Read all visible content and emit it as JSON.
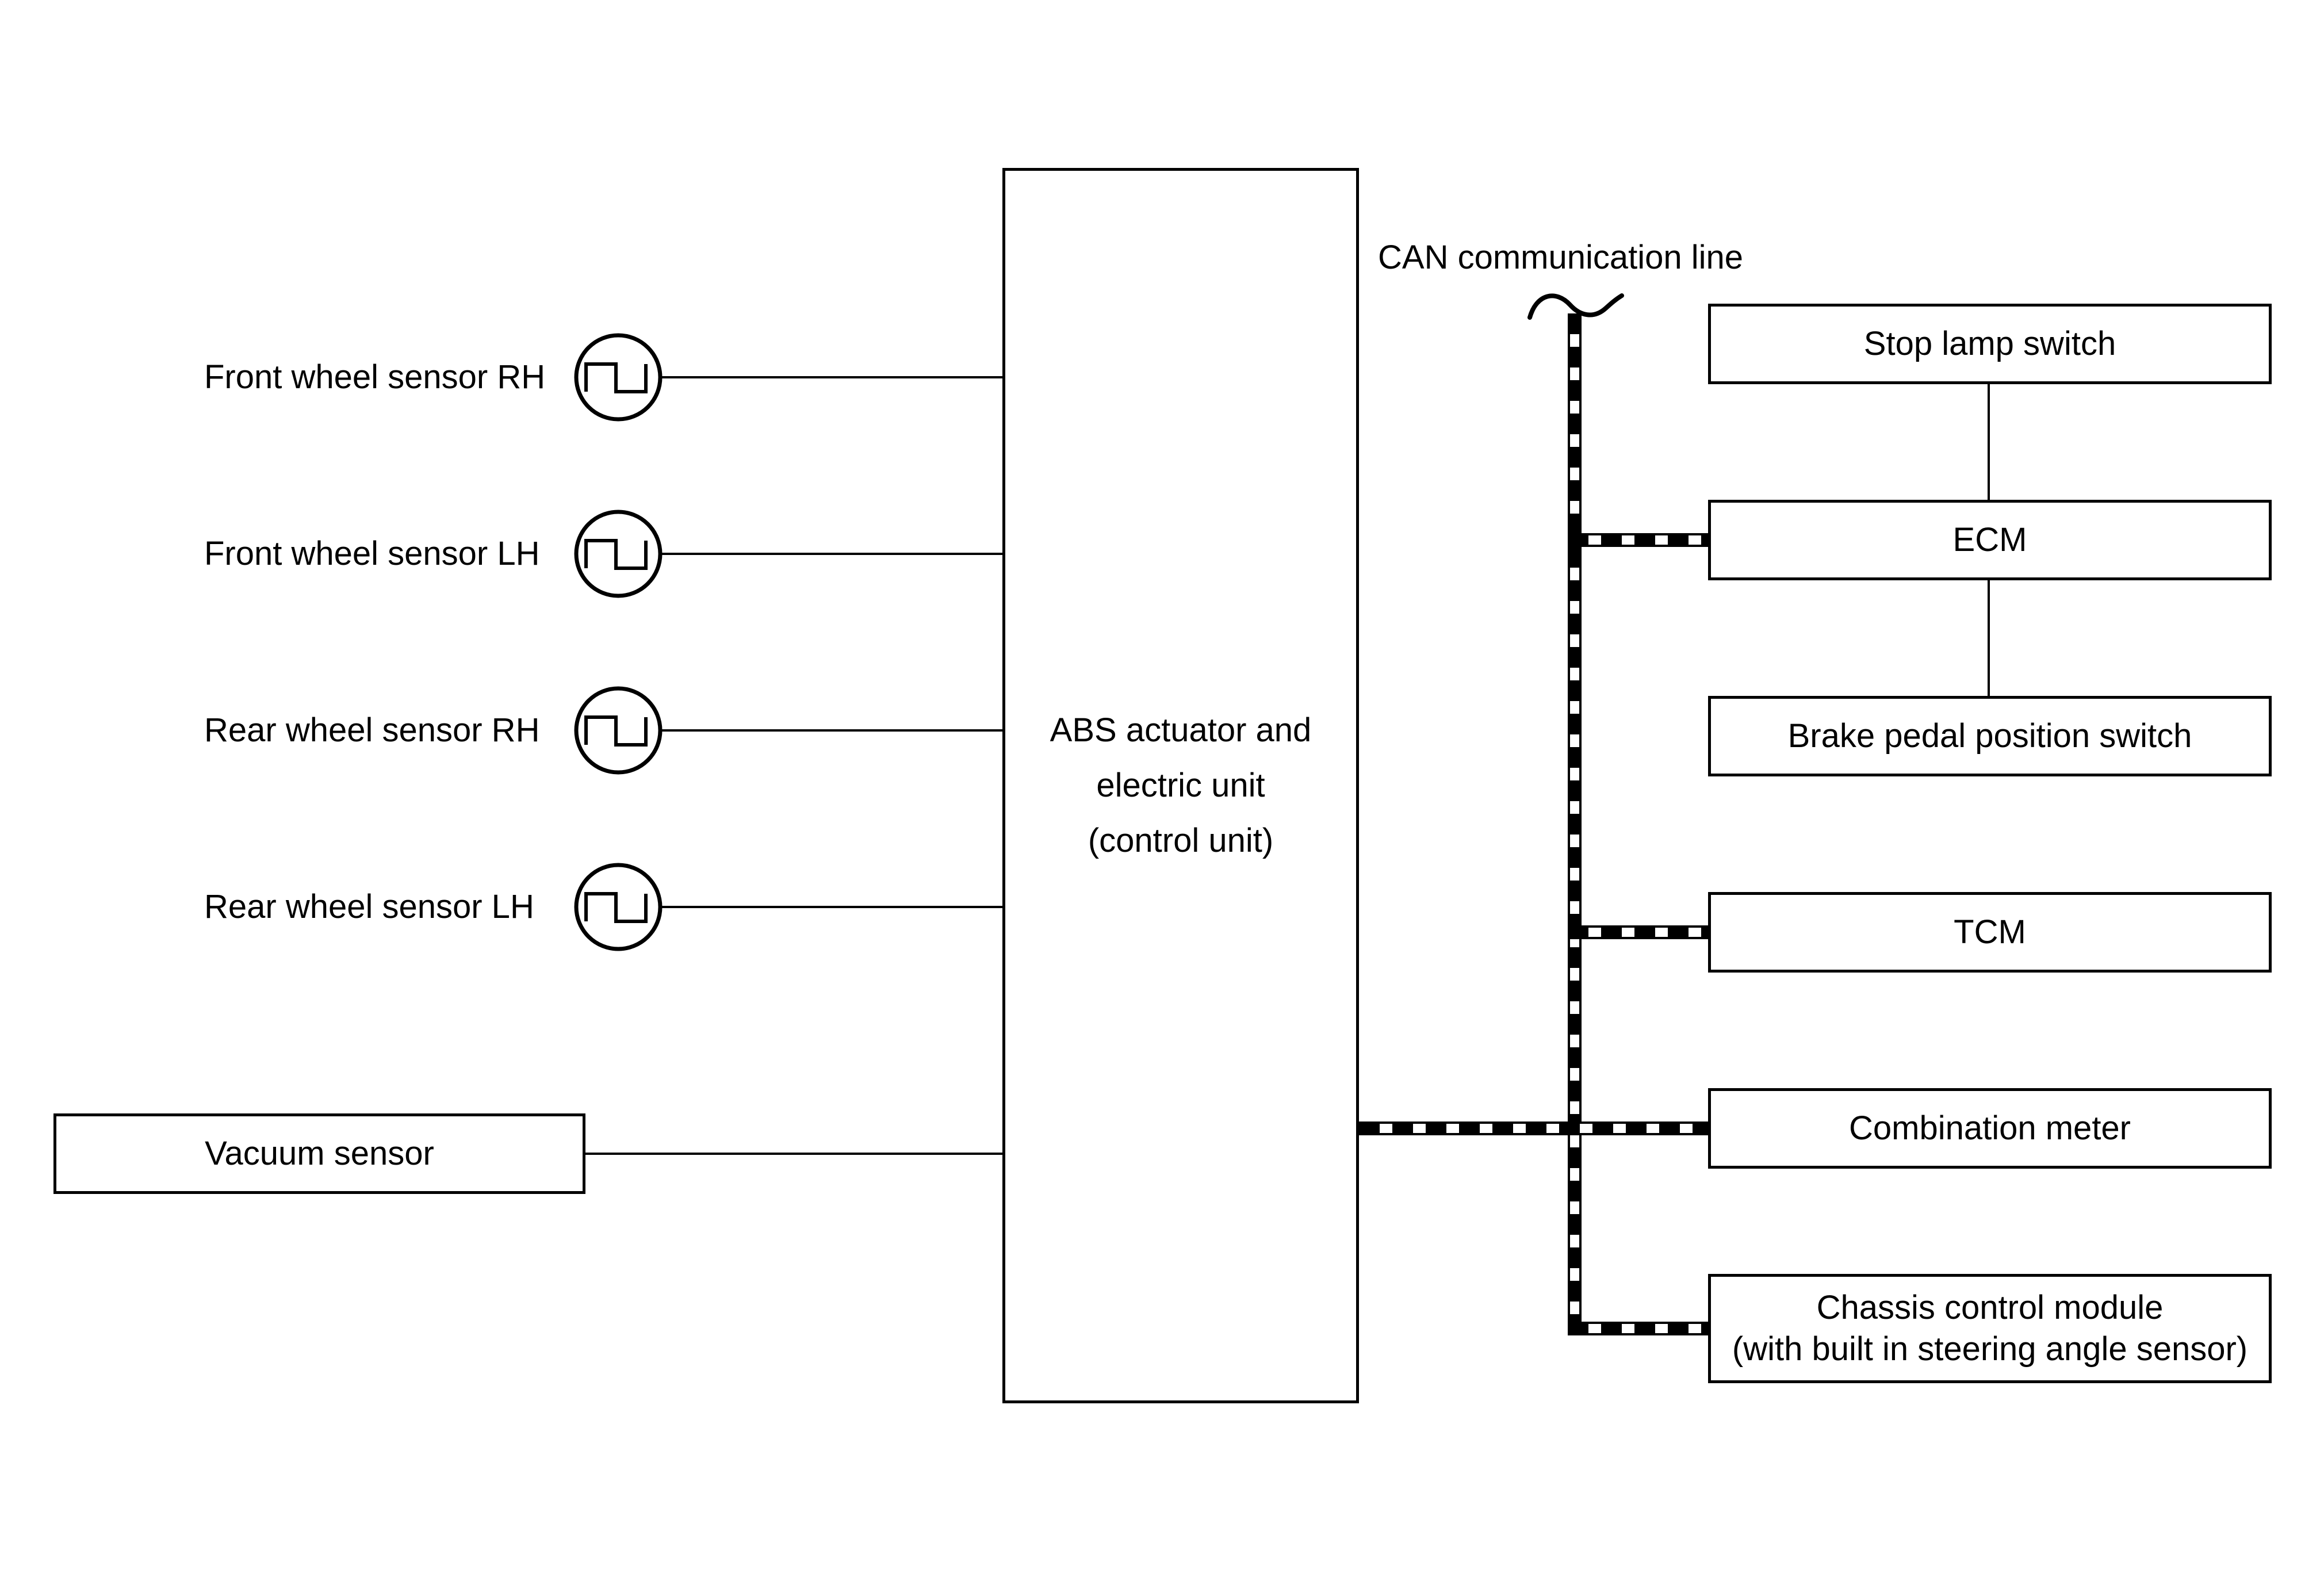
{
  "diagram": {
    "can_label": "CAN communication line",
    "sensors": [
      {
        "label": "Front wheel sensor RH"
      },
      {
        "label": "Front wheel sensor LH"
      },
      {
        "label": "Rear wheel sensor RH"
      },
      {
        "label": "Rear wheel sensor LH"
      }
    ],
    "vacuum": {
      "label": "Vacuum sensor"
    },
    "abs_unit": {
      "line1": "ABS actuator and",
      "line2": "electric unit",
      "line3": "(control unit)"
    },
    "modules": [
      {
        "label": "Stop lamp switch"
      },
      {
        "label": "ECM"
      },
      {
        "label": "Brake pedal position switch"
      },
      {
        "label": "TCM"
      },
      {
        "label": "Combination meter"
      },
      {
        "label": "Chassis control module",
        "sublabel": "(with built in steering angle sensor)"
      }
    ],
    "colors": {
      "line": "#000000",
      "background": "#ffffff"
    }
  }
}
